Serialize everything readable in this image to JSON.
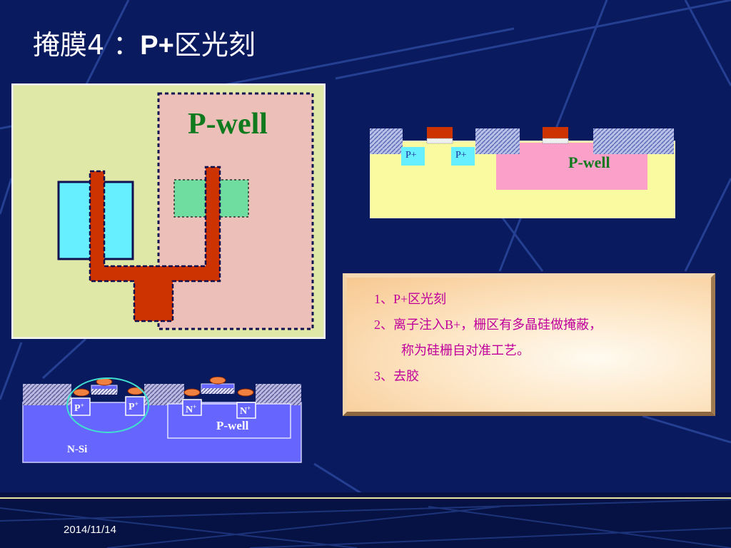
{
  "slide": {
    "title_prefix": "掩膜4 ：",
    "title_bold": "P+",
    "title_suffix": "区光刻",
    "date": "2014/11/14"
  },
  "layout_diagram": {
    "pwell_label": "P-well"
  },
  "cross_section_1": {
    "p_labels": [
      "P+",
      "P+"
    ],
    "pwell_label": "P-well"
  },
  "cross_section_2": {
    "p_labels": [
      "P",
      "P"
    ],
    "p_sup": "+",
    "n_labels": [
      "N",
      "N"
    ],
    "n_sup": "+",
    "pwell_label": "P-well",
    "substrate_label": "N-Si"
  },
  "notes": {
    "line1": "1、P+区光刻",
    "line2": "2、离子注入B+，栅区有多晶硅做掩蔽，",
    "line3": "称为硅栅自对准工艺。",
    "line4": "3、去胶"
  },
  "colors": {
    "background": "#0a1a5e",
    "note_text": "#c0009a",
    "pwell_text": "#0f7a1e",
    "poly": "#cc3300"
  }
}
